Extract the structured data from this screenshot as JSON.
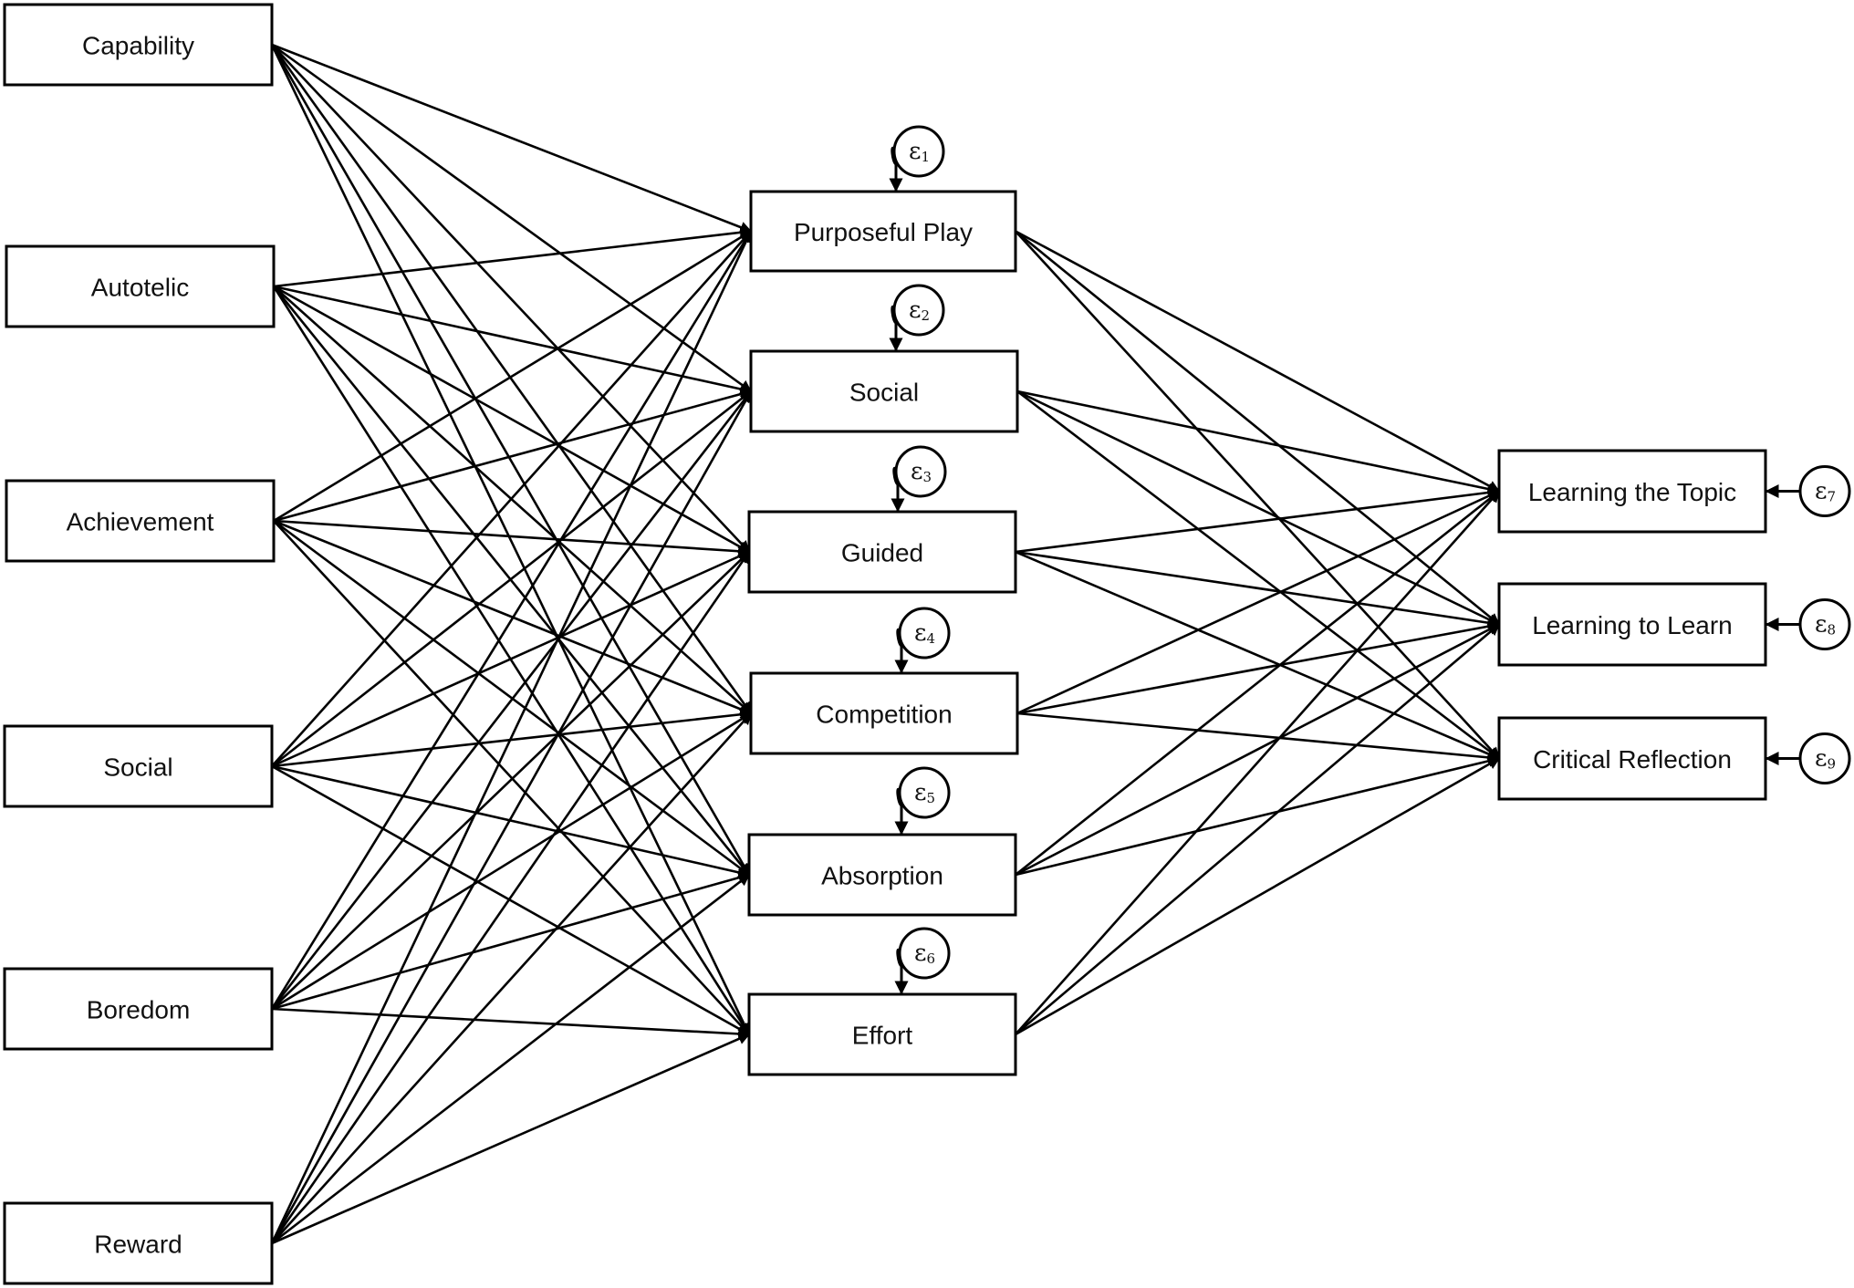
{
  "diagram": {
    "exogenous": [
      {
        "id": "capability",
        "label": "Capability"
      },
      {
        "id": "autotelic",
        "label": "Autotelic"
      },
      {
        "id": "achievement",
        "label": "Achievement"
      },
      {
        "id": "social",
        "label": "Social"
      },
      {
        "id": "boredom",
        "label": "Boredom"
      },
      {
        "id": "reward",
        "label": "Reward"
      }
    ],
    "mediators": [
      {
        "id": "purposeful-play",
        "label": "Purposeful Play",
        "error": "ε",
        "error_index": "1"
      },
      {
        "id": "social",
        "label": "Social",
        "error": "ε",
        "error_index": "2"
      },
      {
        "id": "guided",
        "label": "Guided",
        "error": "ε",
        "error_index": "3"
      },
      {
        "id": "competition",
        "label": "Competition",
        "error": "ε",
        "error_index": "4"
      },
      {
        "id": "absorption",
        "label": "Absorption",
        "error": "ε",
        "error_index": "5"
      },
      {
        "id": "effort",
        "label": "Effort",
        "error": "ε",
        "error_index": "6"
      }
    ],
    "outcomes": [
      {
        "id": "learning-the-topic",
        "label": "Learning the Topic",
        "error": "ε",
        "error_index": "7"
      },
      {
        "id": "learning-to-learn",
        "label": "Learning to Learn",
        "error": "ε",
        "error_index": "8"
      },
      {
        "id": "critical-reflection",
        "label": "Critical Reflection",
        "error": "ε",
        "error_index": "9"
      }
    ],
    "paths": "every exogenous variable points to every mediator; every mediator points to every outcome"
  }
}
